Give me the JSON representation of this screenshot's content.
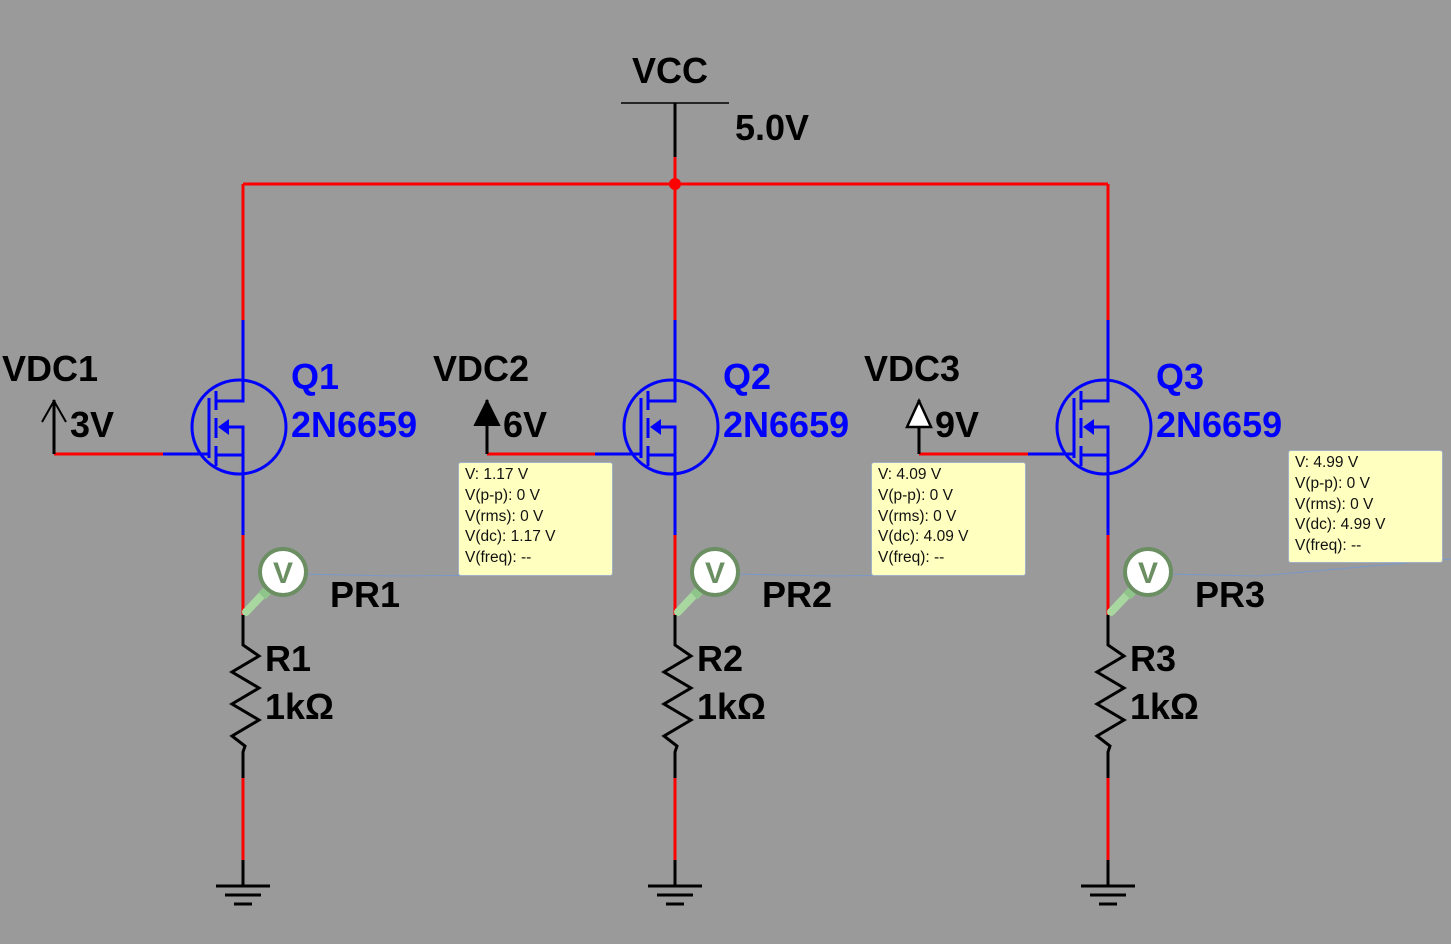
{
  "supply": {
    "name": "VCC",
    "value": "5.0V"
  },
  "colors": {
    "wire_powered": "#ff0000",
    "wire_component": "#0000ff",
    "label_ref": "#0000ff",
    "probe": "#6b8f62",
    "probe_handle": "#a8d8a0",
    "probe_box_bg": "#ffffc0"
  },
  "stages": [
    {
      "source": {
        "name": "VDC1",
        "value": "3V",
        "symbol": "open-arrow-icon"
      },
      "transistor": {
        "ref": "Q1",
        "model": "2N6659"
      },
      "probe": {
        "name": "PR1",
        "glyph": "V",
        "readings": [
          "V: 1.17 V",
          "V(p-p): 0 V",
          "V(rms): 0 V",
          "V(dc): 1.17 V",
          "V(freq): --"
        ]
      },
      "resistor": {
        "ref": "R1",
        "value": "1kΩ"
      }
    },
    {
      "source": {
        "name": "VDC2",
        "value": "6V",
        "symbol": "filled-arrow-icon"
      },
      "transistor": {
        "ref": "Q2",
        "model": "2N6659"
      },
      "probe": {
        "name": "PR2",
        "glyph": "V",
        "readings": [
          "V: 4.09 V",
          "V(p-p): 0 V",
          "V(rms): 0 V",
          "V(dc): 4.09 V",
          "V(freq): --"
        ]
      },
      "resistor": {
        "ref": "R2",
        "value": "1kΩ"
      }
    },
    {
      "source": {
        "name": "VDC3",
        "value": "9V",
        "symbol": "hollow-arrow-icon"
      },
      "transistor": {
        "ref": "Q3",
        "model": "2N6659"
      },
      "probe": {
        "name": "PR3",
        "glyph": "V",
        "readings": [
          "V: 4.99 V",
          "V(p-p): 0 V",
          "V(rms): 0 V",
          "V(dc): 4.99 V",
          "V(freq): --"
        ]
      },
      "resistor": {
        "ref": "R3",
        "value": "1kΩ"
      }
    }
  ]
}
